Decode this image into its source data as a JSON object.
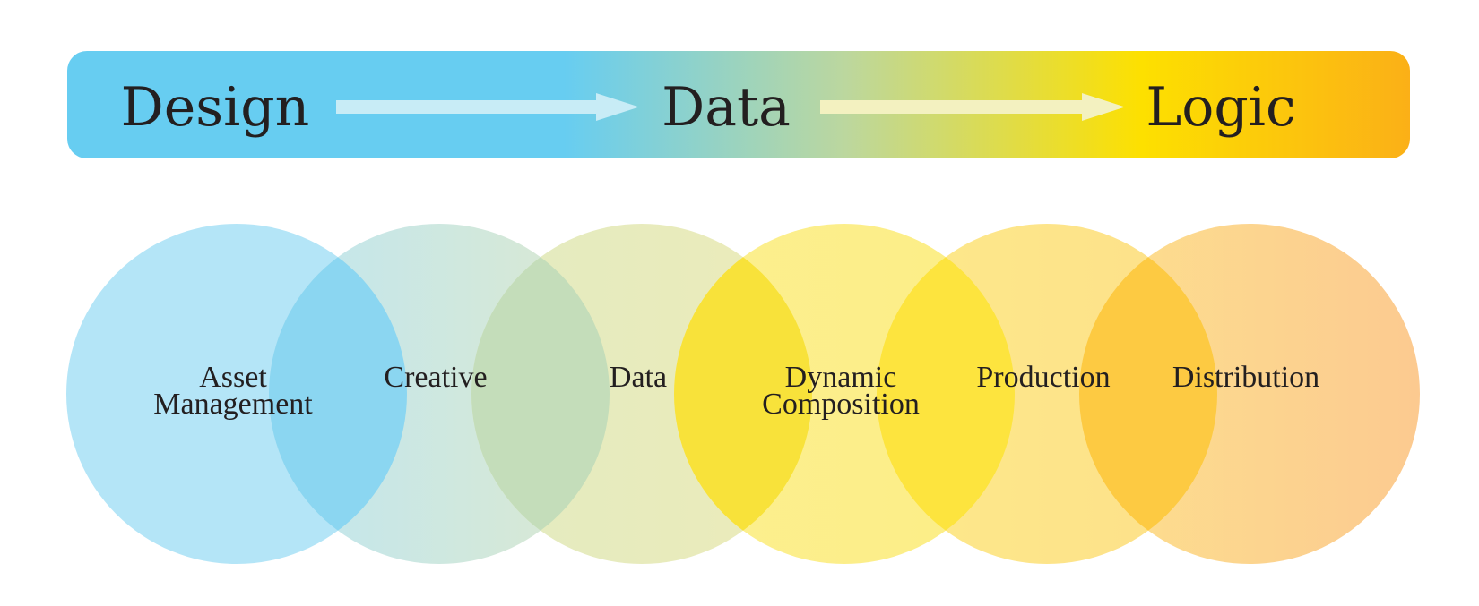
{
  "banner": {
    "phases": [
      "Design",
      "Data",
      "Logic"
    ],
    "gradient_stops": [
      {
        "offset": 0.37,
        "color": "#67cdf1"
      },
      {
        "offset": 0.58,
        "color": "#bcd79e"
      },
      {
        "offset": 0.8,
        "color": "#fde000"
      },
      {
        "offset": 1.0,
        "color": "#fbb017"
      }
    ],
    "arrow_colors": [
      "#c8ecf6",
      "#f3f1c0"
    ]
  },
  "stages": [
    {
      "lines": [
        "Asset",
        "Management"
      ],
      "fill": "#b4e5f7",
      "fill_end": "#b4e5f7",
      "overlap_color": "#8bd6f1"
    },
    {
      "lines": [
        "Creative"
      ],
      "fill": "#c0e6f0",
      "fill_end": "#dce9d0",
      "overlap_color": "#c4ddba"
    },
    {
      "lines": [
        "Data"
      ],
      "fill": "#e3ebc1",
      "fill_end": "#ecebb9",
      "overlap_color": "#f8e23a"
    },
    {
      "lines": [
        "Dynamic",
        "Composition"
      ],
      "fill": "#fcef8f",
      "fill_end": "#fcee86",
      "overlap_color": "#fde43e"
    },
    {
      "lines": [
        "Production"
      ],
      "fill": "#fde98a",
      "fill_end": "#fde08a",
      "overlap_color": "#fdca42"
    },
    {
      "lines": [
        "Distribution"
      ],
      "fill": "#fde08e",
      "fill_end": "#fcca90",
      "overlap_color": null
    }
  ]
}
